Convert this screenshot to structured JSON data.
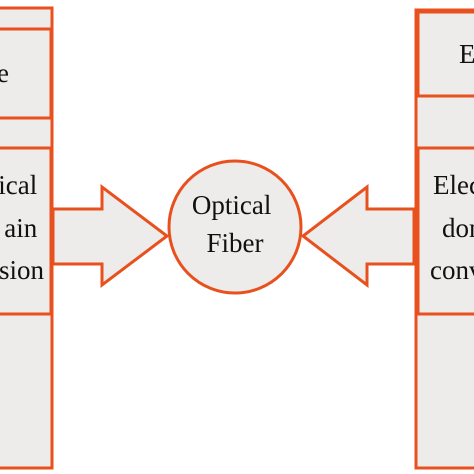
{
  "colors": {
    "border": "#e8501e",
    "fill": "#eeecea",
    "text": "#111111",
    "background": "#ffffff"
  },
  "left_block": {
    "top_box_text": "e",
    "bottom_box_lines": [
      "ical",
      "ain",
      "ssion"
    ]
  },
  "center": {
    "lines": [
      "Optical",
      "Fiber"
    ]
  },
  "right_block": {
    "top_box_text": "E",
    "bottom_box_lines": [
      "Elect",
      "dom",
      "conve"
    ]
  }
}
